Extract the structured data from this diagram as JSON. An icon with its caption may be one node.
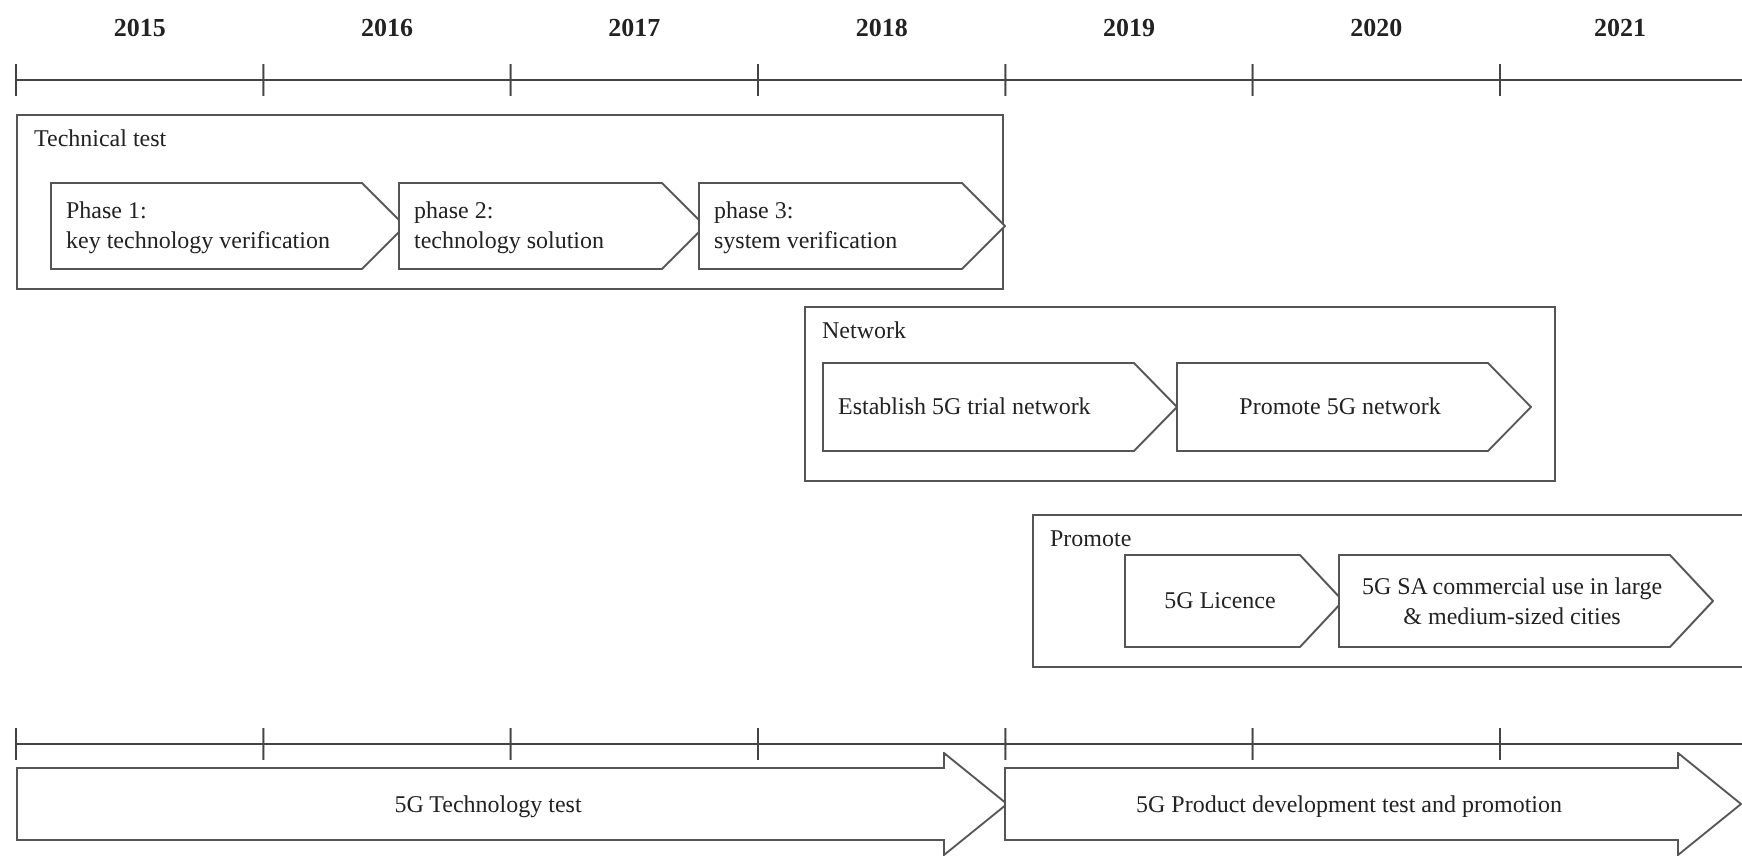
{
  "diagram": {
    "nodes": [
      {
        "text": [
          "Technical test"
        ]
      },
      {
        "text": [
          "Phase 1:",
          "key technology verification"
        ],
        "in": 0
      },
      {
        "text": [
          "phase 2:",
          "technology solution"
        ],
        "in": 0
      },
      {
        "text": [
          "phase 3:",
          "system verification"
        ],
        "in": 0
      },
      {
        "text": [
          "Network"
        ]
      },
      {
        "text": [
          "Establish 5G trial network"
        ],
        "in": 4
      },
      {
        "text": [
          "Promote 5G network"
        ],
        "in": 4
      },
      {
        "text": [
          "Promote"
        ]
      },
      {
        "text": [
          "5G Licence"
        ],
        "in": 7
      },
      {
        "text": [
          "5G SA commercial use in large & medium-sized cities"
        ],
        "in": 7
      },
      {
        "text": [
          "5G Technology test"
        ]
      },
      {
        "text": [
          "5G Product development test and promotion"
        ]
      }
    ],
    "edges": [],
    "labels": [
      "2015",
      "2016",
      "2017",
      "2018",
      "2019",
      "2020",
      "2021"
    ]
  }
}
